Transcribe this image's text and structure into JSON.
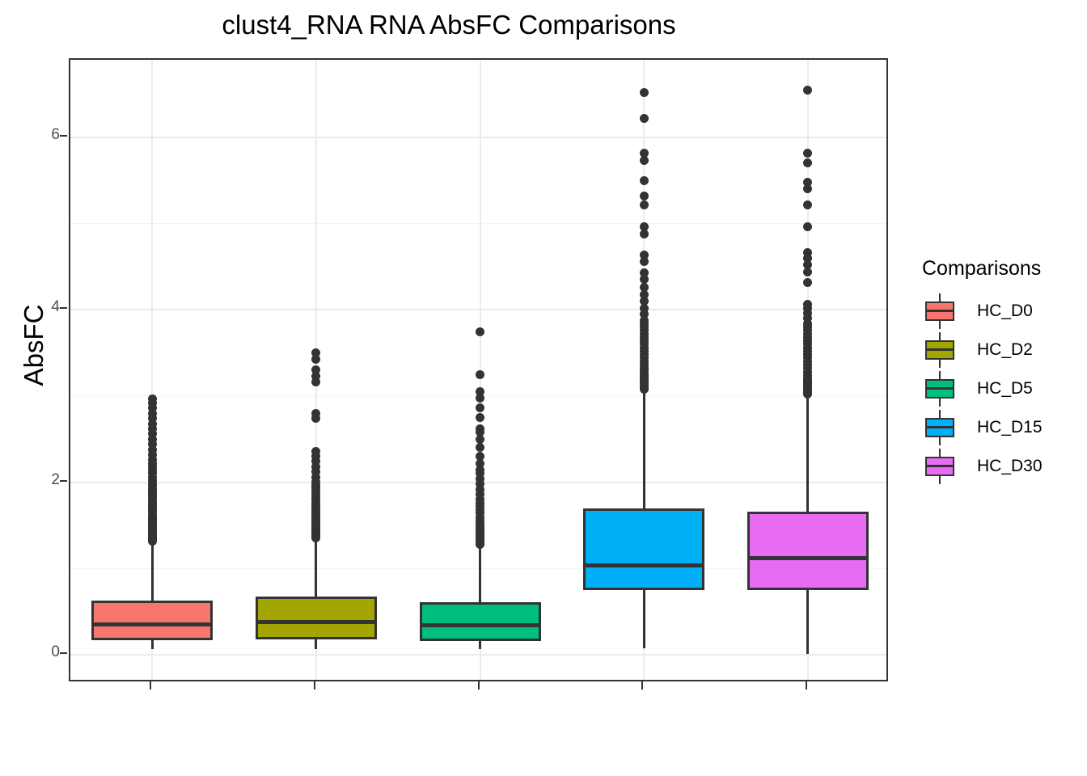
{
  "chart_data": {
    "type": "box",
    "title": "clust4_RNA RNA AbsFC Comparisons",
    "xlabel": "",
    "ylabel": "AbsFC",
    "ylim": [
      -0.33,
      6.9
    ],
    "yticks": [
      0,
      2,
      4,
      6
    ],
    "ytick_labels": [
      "0",
      "2",
      "4",
      "6"
    ],
    "grid": true,
    "legend_title": "Comparisons",
    "legend_position": "right",
    "categories": [
      "HC_D0",
      "HC_D2",
      "HC_D5",
      "HC_D15",
      "HC_D30"
    ],
    "colors": [
      "#F8766D",
      "#A3A500",
      "#00BF7D",
      "#00B0F6",
      "#E76BF3"
    ],
    "boxes": [
      {
        "name": "HC_D0",
        "color": "#F8766D",
        "q1": 0.17,
        "median": 0.35,
        "q3": 0.63,
        "whisker_low": 0.06,
        "whisker_high": 1.32,
        "outliers": [
          2.97,
          2.92,
          2.86,
          2.8,
          2.74,
          2.68,
          2.62,
          2.56,
          2.5,
          2.44,
          2.38,
          2.32,
          2.26,
          2.22,
          2.18,
          2.14,
          2.1,
          2.06,
          2.02,
          1.98,
          1.95,
          1.92,
          1.89,
          1.86,
          1.83,
          1.8,
          1.77,
          1.74,
          1.71,
          1.68,
          1.65,
          1.62,
          1.6,
          1.58,
          1.56,
          1.54,
          1.52,
          1.5,
          1.48,
          1.46,
          1.44,
          1.42,
          1.4,
          1.39,
          1.38,
          1.37,
          1.36,
          1.35,
          1.34,
          1.33,
          1.32
        ]
      },
      {
        "name": "HC_D2",
        "color": "#A3A500",
        "q1": 0.18,
        "median": 0.38,
        "q3": 0.67,
        "whisker_low": 0.06,
        "whisker_high": 1.35,
        "outliers": [
          3.5,
          3.43,
          3.3,
          3.23,
          3.16,
          2.8,
          2.74,
          2.36,
          2.3,
          2.24,
          2.18,
          2.12,
          2.06,
          2.0,
          1.96,
          1.93,
          1.9,
          1.86,
          1.82,
          1.79,
          1.76,
          1.73,
          1.7,
          1.67,
          1.64,
          1.62,
          1.6,
          1.58,
          1.56,
          1.54,
          1.52,
          1.5,
          1.48,
          1.46,
          1.45,
          1.44,
          1.43,
          1.42,
          1.41,
          1.4,
          1.39,
          1.38,
          1.37,
          1.36,
          1.35
        ]
      },
      {
        "name": "HC_D5",
        "color": "#00BF7D",
        "q1": 0.16,
        "median": 0.34,
        "q3": 0.61,
        "whisker_low": 0.06,
        "whisker_high": 1.28,
        "outliers": [
          3.74,
          3.25,
          3.05,
          2.98,
          2.86,
          2.75,
          2.62,
          2.58,
          2.5,
          2.4,
          2.3,
          2.22,
          2.14,
          2.1,
          2.04,
          1.98,
          1.92,
          1.86,
          1.8,
          1.76,
          1.72,
          1.68,
          1.64,
          1.6,
          1.56,
          1.52,
          1.5,
          1.48,
          1.46,
          1.44,
          1.42,
          1.4,
          1.38,
          1.36,
          1.34,
          1.32,
          1.3,
          1.29,
          1.28
        ]
      },
      {
        "name": "HC_D15",
        "color": "#00B0F6",
        "q1": 0.75,
        "median": 1.03,
        "q3": 1.7,
        "whisker_low": 0.07,
        "whisker_high": 3.08,
        "outliers": [
          6.52,
          6.22,
          5.82,
          5.73,
          5.5,
          5.32,
          5.22,
          4.96,
          4.88,
          4.64,
          4.56,
          4.43,
          4.35,
          4.26,
          4.18,
          4.1,
          4.02,
          3.95,
          3.88,
          3.84,
          3.8,
          3.76,
          3.72,
          3.68,
          3.64,
          3.6,
          3.56,
          3.52,
          3.48,
          3.44,
          3.4,
          3.36,
          3.32,
          3.29,
          3.26,
          3.24,
          3.22,
          3.2,
          3.18,
          3.16,
          3.14,
          3.12,
          3.1,
          3.09,
          3.08
        ]
      },
      {
        "name": "HC_D30",
        "color": "#E76BF3",
        "q1": 0.75,
        "median": 1.12,
        "q3": 1.66,
        "whisker_low": 0.01,
        "whisker_high": 3.02,
        "outliers": [
          6.55,
          5.82,
          5.7,
          5.48,
          5.4,
          5.22,
          4.96,
          4.66,
          4.6,
          4.52,
          4.44,
          4.32,
          4.06,
          4.02,
          3.96,
          3.9,
          3.84,
          3.8,
          3.76,
          3.72,
          3.68,
          3.64,
          3.6,
          3.56,
          3.52,
          3.48,
          3.44,
          3.4,
          3.36,
          3.32,
          3.28,
          3.24,
          3.2,
          3.18,
          3.16,
          3.14,
          3.12,
          3.1,
          3.08,
          3.06,
          3.04,
          3.02
        ]
      }
    ]
  },
  "legend": {
    "title": "Comparisons",
    "items": [
      {
        "label": "HC_D0",
        "color": "#F8766D"
      },
      {
        "label": "HC_D2",
        "color": "#A3A500"
      },
      {
        "label": "HC_D5",
        "color": "#00BF7D"
      },
      {
        "label": "HC_D15",
        "color": "#00B0F6"
      },
      {
        "label": "HC_D30",
        "color": "#E76BF3"
      }
    ]
  },
  "axes": {
    "y_title": "AbsFC",
    "y_tick_labels": [
      "0",
      "2",
      "4",
      "6"
    ]
  },
  "header": {
    "title": "clust4_RNA RNA AbsFC Comparisons"
  }
}
